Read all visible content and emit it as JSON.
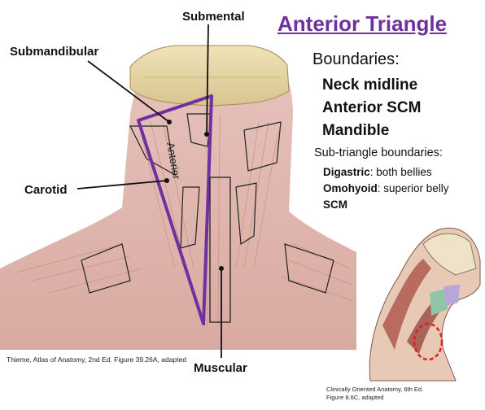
{
  "title": "Anterior Triangle",
  "boundaries": {
    "heading": "Boundaries:",
    "items": [
      "Neck midline",
      "Anterior SCM",
      "Mandible"
    ]
  },
  "sub_triangles": {
    "heading": "Sub-triangle boundaries:",
    "items": [
      {
        "bold": "Digastric",
        "rest": ": both bellies"
      },
      {
        "bold": "Omohyoid",
        "rest": ": superior belly"
      },
      {
        "bold": "SCM",
        "rest": ""
      }
    ]
  },
  "labels": {
    "submental": "Submental",
    "submandibular": "Submandibular",
    "carotid": "Carotid",
    "muscular": "Muscular",
    "anterior": "Anterior"
  },
  "credits": {
    "main": "Thieme, Atlas of Anatomy, 2nd Ed. Figure 39.26A, adapted",
    "inset": "Clinically Oriented Anatomy, 6th Ed. Figure 8.6C, adapted"
  },
  "colors": {
    "accent": "#7030a0",
    "muscle": "#d9a8a0",
    "bone": "#e8d9a6",
    "inset_highlight": "#e02020"
  }
}
